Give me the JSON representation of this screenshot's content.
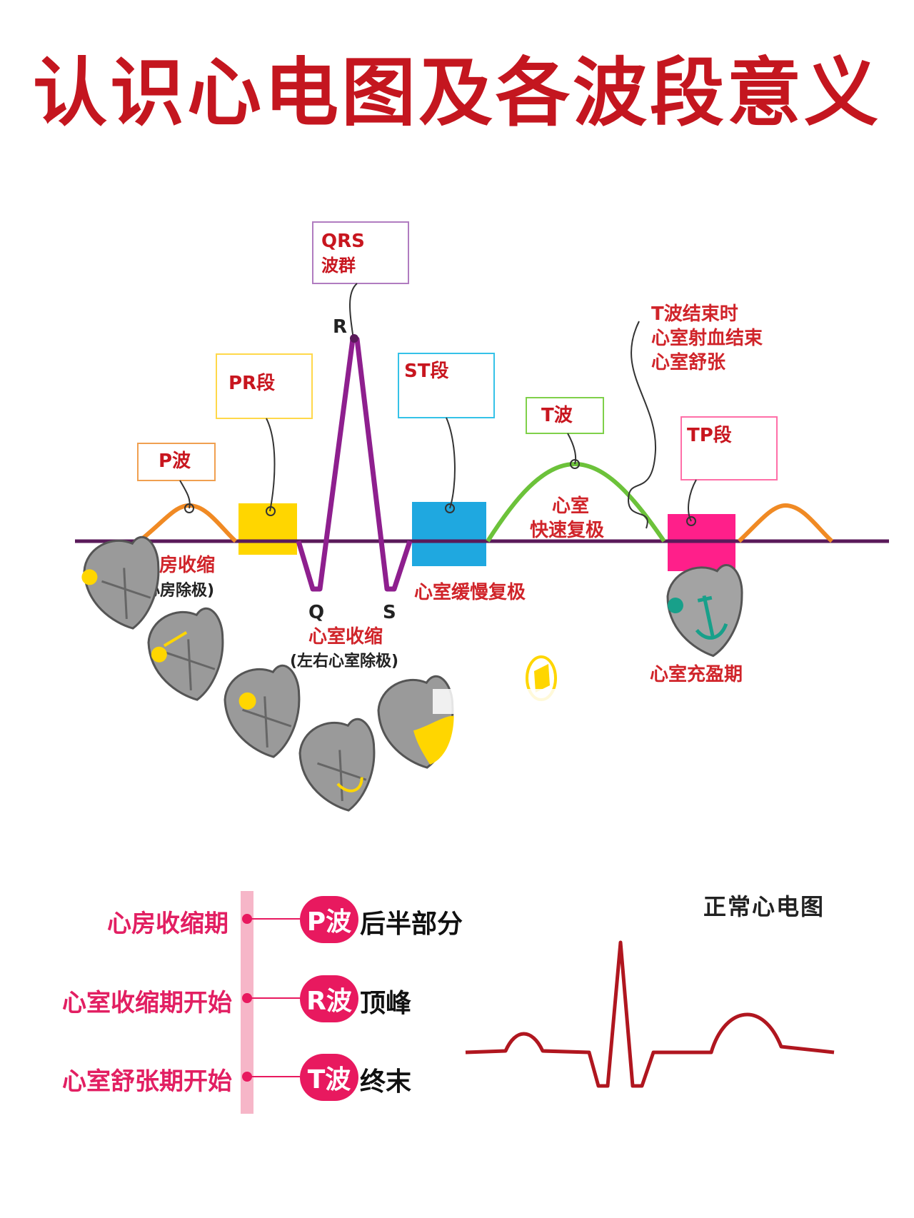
{
  "title": "认识心电图及各波段意义",
  "labels": {
    "qrs_line1": "QRS",
    "qrs_line2": "波群",
    "r": "R",
    "q": "Q",
    "s": "S",
    "pr": "PR段",
    "st": "ST段",
    "p": "P波",
    "t": "T波",
    "tp": "TP段",
    "t_end_1": "T波结束时",
    "t_end_2": "心室射血结束",
    "t_end_3": "心室舒张"
  },
  "annotations": {
    "atrial_contraction": "心房收缩",
    "atrial_depol": "(心房除极)",
    "ventricular_contraction": "心室收缩",
    "ventricular_depol": "(左右心室除极)",
    "slow_repol": "心室缓慢复极",
    "fast_repol_1": "心室",
    "fast_repol_2": "快速复极",
    "filling": "心室充盈期"
  },
  "phases": [
    {
      "phase": "心房收缩期",
      "wave": "P波",
      "desc": "后半部分"
    },
    {
      "phase": "心室收缩期开始",
      "wave": "R波",
      "desc": "顶峰"
    },
    {
      "phase": "心室舒张期开始",
      "wave": "T波",
      "desc": "终末"
    }
  ],
  "normal_ecg_title": "正常心电图",
  "colors": {
    "title": "#c4161f",
    "p_wave": "#f08a24",
    "qrs": "#8e1f8e",
    "t_wave": "#6cc23a",
    "baseline": "#5a1a5a",
    "pr_block": "#ffd600",
    "st_block": "#1fa8e0",
    "tp_block": "#ff1f8a",
    "pill": "#e8195f",
    "normal_ecg": "#b0161f"
  }
}
